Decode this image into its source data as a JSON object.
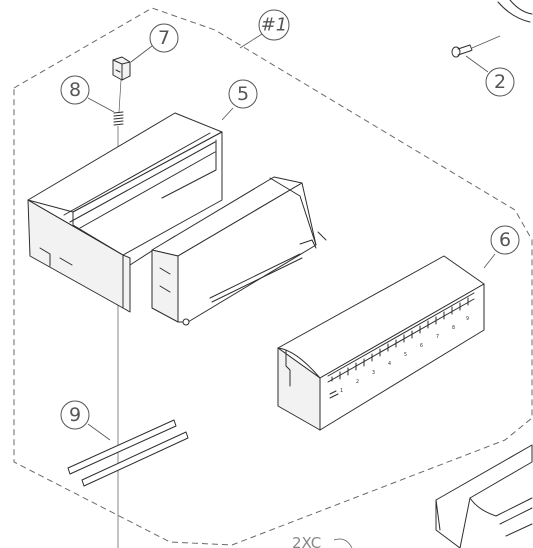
{
  "assembly_label": "#1",
  "callouts": [
    "2",
    "5",
    "6",
    "7",
    "8",
    "9"
  ],
  "clipped_label": "2XC",
  "scale_labels": [
    "1",
    "2",
    "3",
    "4",
    "5",
    "6",
    "7",
    "8",
    "9"
  ]
}
